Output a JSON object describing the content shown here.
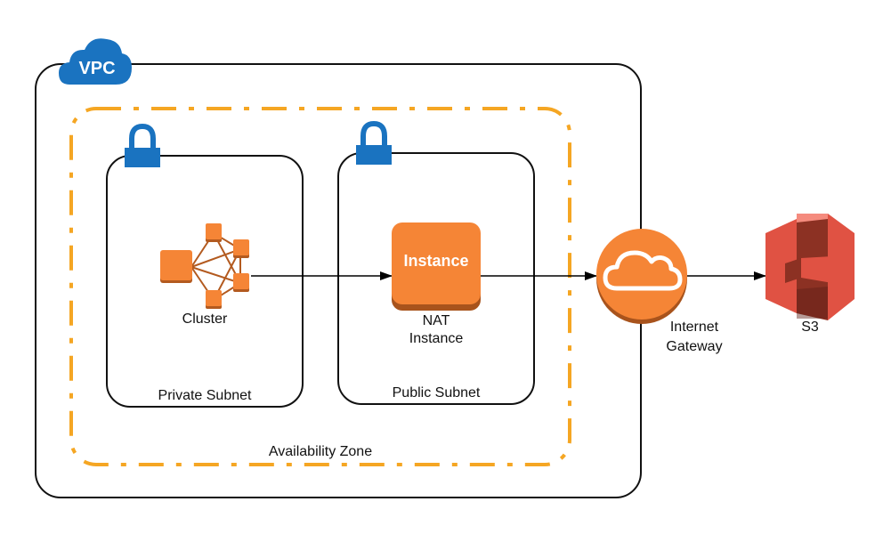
{
  "vpc": {
    "badge": "VPC",
    "color": "#1a73c0"
  },
  "availability_zone": {
    "label": "Availability Zone",
    "border_color": "#f5a623"
  },
  "private_subnet": {
    "label": "Private Subnet",
    "lock_icon": "lock-icon"
  },
  "public_subnet": {
    "label": "Public Subnet",
    "lock_icon": "lock-icon"
  },
  "cluster": {
    "label": "Cluster",
    "icon": "cluster-icon",
    "color": "#f58536"
  },
  "nat_instance": {
    "box_text": "Instance",
    "label_line1": "NAT",
    "label_line2": "Instance",
    "color": "#f58536"
  },
  "internet_gateway": {
    "label_line1": "Internet",
    "label_line2": "Gateway",
    "icon": "cloud-icon",
    "color": "#f58536"
  },
  "s3": {
    "label": "S3",
    "icon": "s3-bucket-icon",
    "color": "#e05243"
  }
}
